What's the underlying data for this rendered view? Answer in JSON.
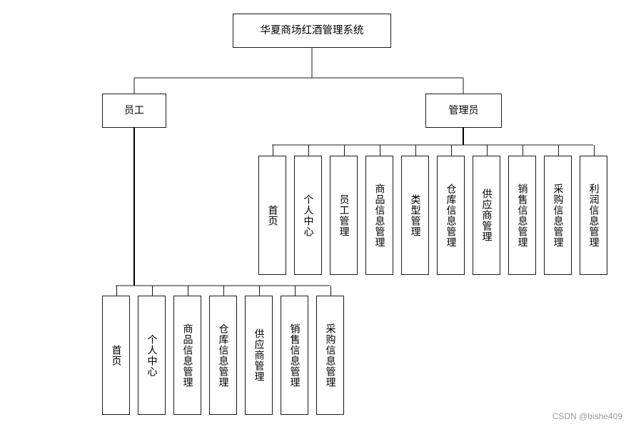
{
  "root": {
    "label": "华夏商场红酒管理系统"
  },
  "employee": {
    "label": "员工",
    "children": [
      "首页",
      "个人中心",
      "商品信息管理",
      "仓库信息管理",
      "供应商管理",
      "销售信息管理",
      "采购信息管理"
    ]
  },
  "admin": {
    "label": "管理员",
    "children": [
      "首页",
      "个人中心",
      "员工管理",
      "商品信息管理",
      "类型管理",
      "仓库信息管理",
      "供应商管理",
      "销售信息管理",
      "采购信息管理",
      "利润信息管理"
    ]
  },
  "watermark": "CSDN @bishe409"
}
